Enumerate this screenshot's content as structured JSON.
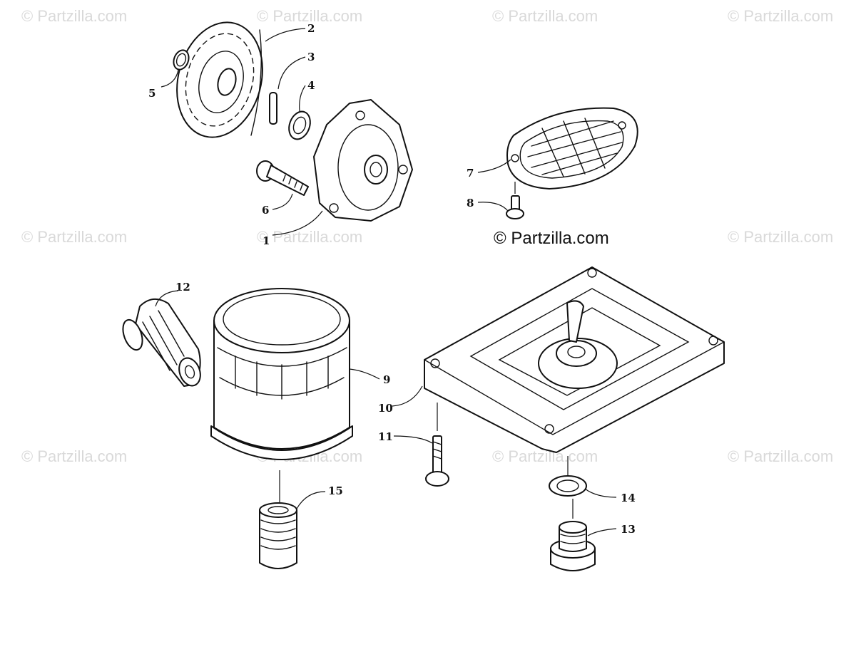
{
  "watermark": {
    "text": "© Partzilla.com"
  },
  "center_credit": "© Partzilla.com",
  "callouts": {
    "p1": "1",
    "p2": "2",
    "p3": "3",
    "p4": "4",
    "p5": "5",
    "p6": "6",
    "p7": "7",
    "p8": "8",
    "p9": "9",
    "p10": "10",
    "p11": "11",
    "p12": "12",
    "p13": "13",
    "p14": "14",
    "p15": "15"
  }
}
